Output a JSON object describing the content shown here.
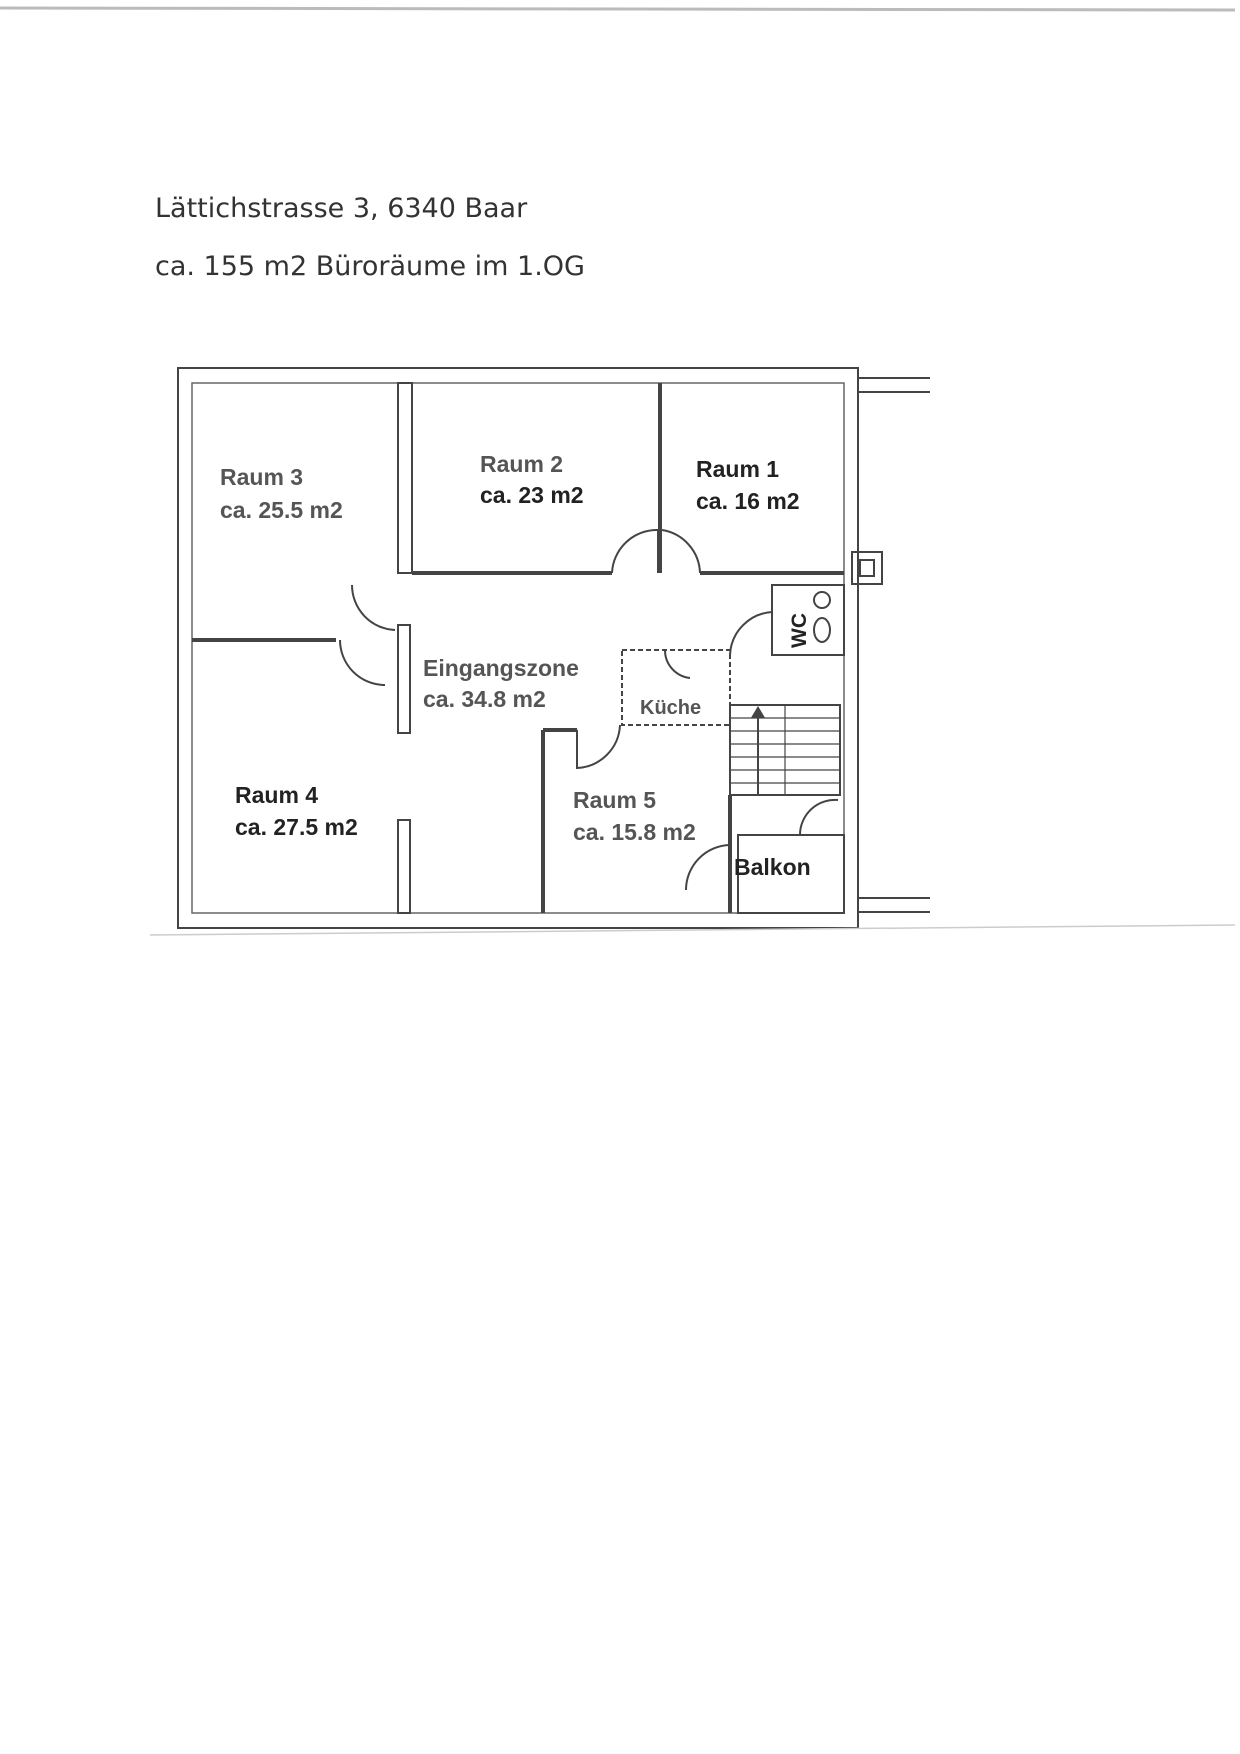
{
  "header": {
    "address": "Lättichstrasse 3, 6340 Baar",
    "summary": "ca. 155 m2 Büroräume im 1.OG"
  },
  "rooms": [
    {
      "id": "raum-3",
      "name": "Raum 3",
      "area": "ca. 25.5 m2"
    },
    {
      "id": "raum-2",
      "name": "Raum 2",
      "area": "ca. 23 m2"
    },
    {
      "id": "raum-1",
      "name": "Raum 1",
      "area": "ca. 16 m2"
    },
    {
      "id": "eingangszone",
      "name": "Eingangszone",
      "area": "ca. 34.8 m2"
    },
    {
      "id": "kueche",
      "name": "Küche"
    },
    {
      "id": "wc",
      "name": "WC"
    },
    {
      "id": "raum-4",
      "name": "Raum 4",
      "area": "ca. 27.5 m2"
    },
    {
      "id": "raum-5",
      "name": "Raum 5",
      "area": "ca. 15.8 m2"
    },
    {
      "id": "balkon",
      "name": "Balkon"
    }
  ]
}
